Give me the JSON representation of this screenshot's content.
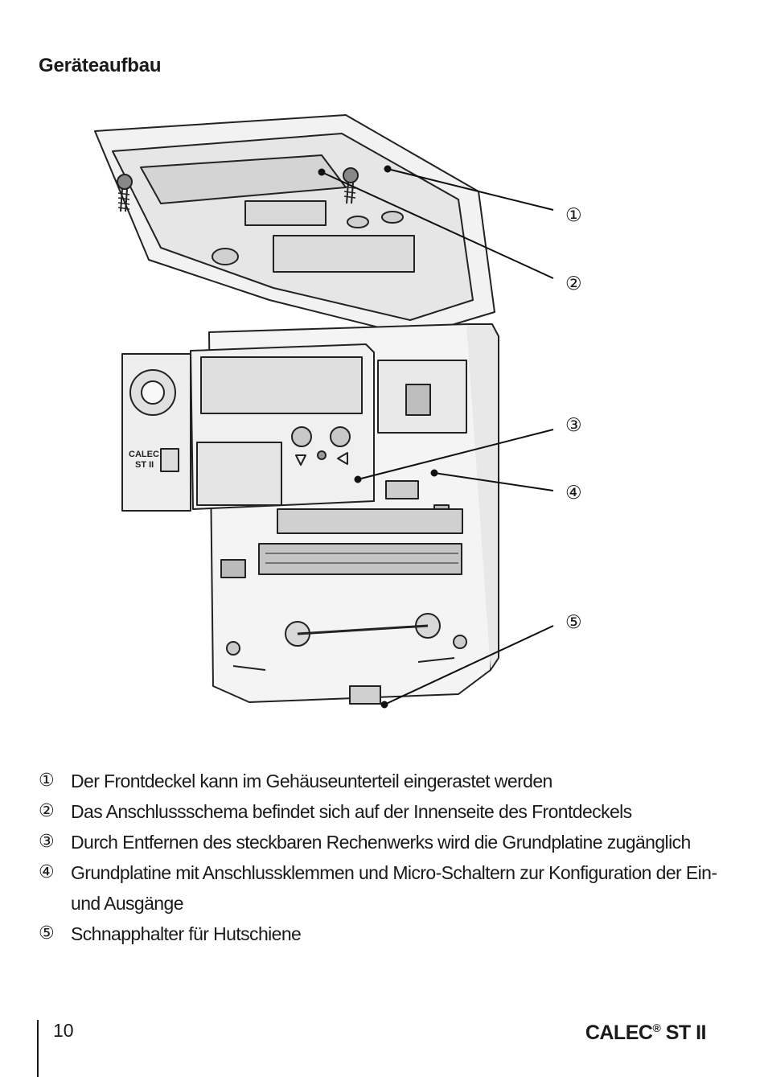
{
  "page": {
    "heading": "Geräteaufbau",
    "page_number": "10",
    "brand_name": "CALEC",
    "brand_reg": "®",
    "brand_model": " ST II"
  },
  "figure": {
    "callouts": [
      "①",
      "②",
      "③",
      "④",
      "⑤"
    ],
    "device_label_line1": "CALEC",
    "device_label_line2": "ST II"
  },
  "legend": [
    {
      "num": "①",
      "text": "Der Frontdeckel kann im Gehäuseunterteil eingerastet werden"
    },
    {
      "num": "②",
      "text": "Das Anschlussschema befindet sich auf der Innenseite des Frontdeckels"
    },
    {
      "num": "③",
      "text": "Durch Entfernen des steckbaren Rechenwerks wird die Grundplatine zugänglich"
    },
    {
      "num": "④",
      "text": "Grundplatine mit Anschlussklemmen und Micro-Schaltern zur Konfiguration der Ein- und Ausgänge"
    },
    {
      "num": "⑤",
      "text": "Schnapphalter für Hutschiene"
    }
  ]
}
